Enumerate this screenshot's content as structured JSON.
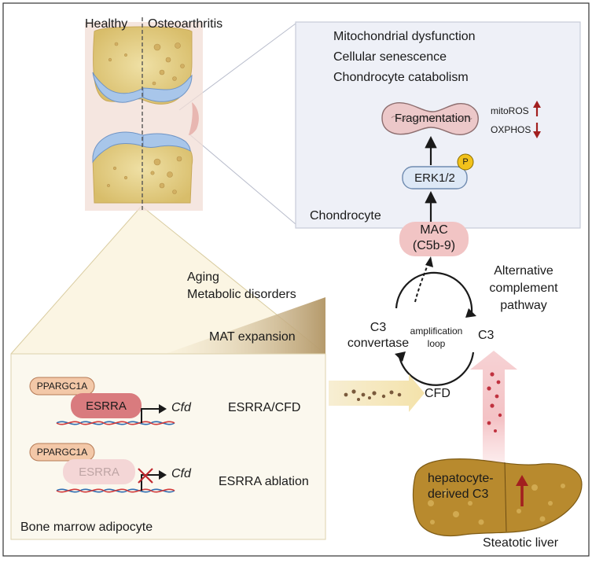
{
  "joint": {
    "label_healthy": "Healthy",
    "label_oa": "Osteoarthritis"
  },
  "chondrocyte_panel": {
    "effects": [
      "Mitochondrial dysfunction",
      "Cellular senescence",
      "Chondrocyte  catabolism"
    ],
    "fragmentation": "Fragmentation",
    "mitoros": "mitoROS",
    "oxphos": "OXPHOS",
    "erk": "ERK1/2",
    "phospho": "P",
    "cell_label": "Chondrocyte"
  },
  "mac": {
    "line1": "MAC",
    "line2": "(C5b-9)"
  },
  "complement": {
    "title_lines": [
      "Alternative",
      "complement",
      "pathway"
    ],
    "c3_convertase_lines": [
      "C3",
      "convertase"
    ],
    "amplification_lines": [
      "amplification",
      "loop"
    ],
    "c3": "C3",
    "cfd": "CFD"
  },
  "bone_marrow": {
    "aging": "Aging",
    "metabolic": "Metabolic disorders",
    "mat": "MAT expansion",
    "ppargc1a": "PPARGC1A",
    "esrra": "ESRRA",
    "cfd_gene": "Cfd",
    "row1_label": "ESRRA/CFD",
    "row2_label": "ESRRA ablation",
    "cell_label": "Bone marrow adipocyte"
  },
  "liver": {
    "hepatocyte_lines": [
      "hepatocyte-",
      "derived C3"
    ],
    "label": "Steatotic liver"
  },
  "colors": {
    "panel_blue": "#eef0f7",
    "pill_pink": "#f1c4c4",
    "esrra_red": "#d97b7e",
    "ppargc_tan": "#f3c8a8",
    "erk_blue": "#dde8f6",
    "phospho_yellow": "#f2c21b",
    "liver": "#b88a2e",
    "down_arrow": "#a21f1f"
  }
}
